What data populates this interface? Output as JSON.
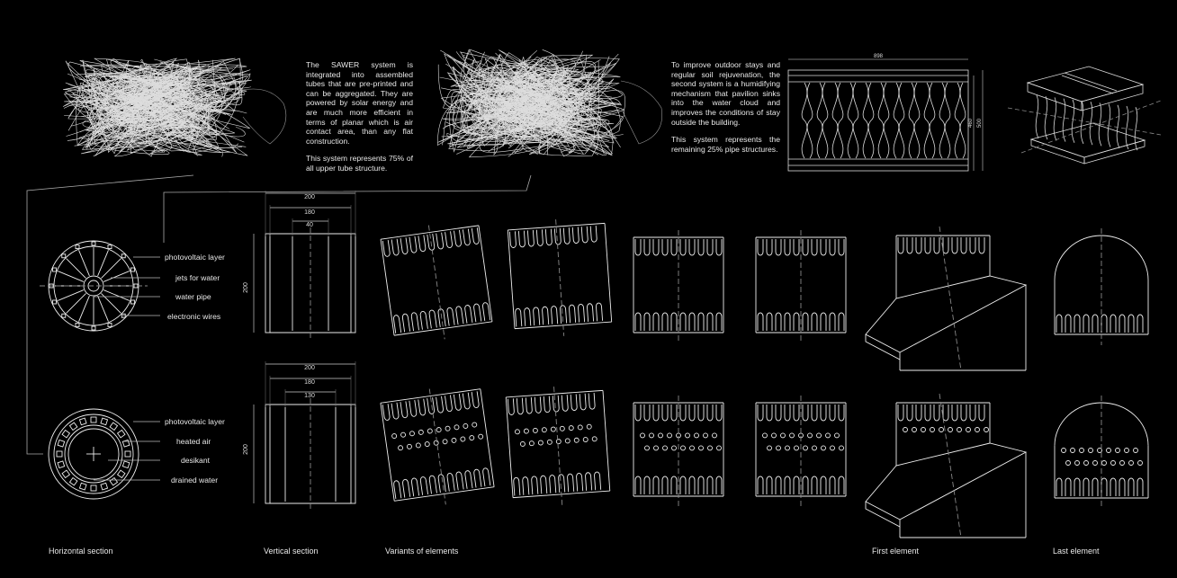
{
  "text_blocks": {
    "sawer_intro": "The SAWER system is integrated into assembled tubes that are pre-printed and can be aggregated. They are powered by solar energy and are much more efficient in terms of planar which is air contact area, than any flat construction.",
    "sawer_share": "This system represents 75% of all upper tube structure.",
    "humid_intro": "To improve outdoor stays and regular soil rejuvenation, the second system is a humidifying mechanism that pavilion sinks into the water cloud and improves the conditions of stay outside the building.",
    "humid_share": "This system represents the remaining 25% pipe structures."
  },
  "section_labels": {
    "top": [
      "photovoltaic layer",
      "jets for water",
      "water pipe",
      "electronic wires"
    ],
    "bottom": [
      "photovoltaic layer",
      "heated air",
      "desikant",
      "drained water"
    ]
  },
  "dimensions": {
    "top": {
      "outer": "200",
      "inner": "180",
      "core": "40",
      "height": "200"
    },
    "bottom": {
      "outer": "200",
      "inner": "180",
      "core": "130",
      "height": "200"
    },
    "panel": {
      "width": "898",
      "h1": "460",
      "h2": "500"
    }
  },
  "captions": {
    "horizontal": "Horizontal section",
    "vertical": "Vertical section",
    "variants": "Variants of elements",
    "first": "First element",
    "last": "Last element"
  }
}
